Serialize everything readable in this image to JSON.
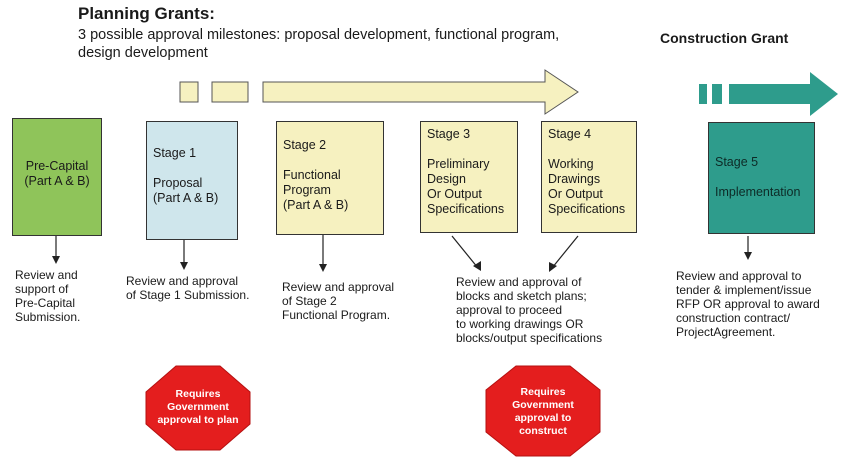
{
  "header": {
    "planning_title": "Planning Grants:",
    "planning_subtitle": "3 possible approval milestones: proposal development, functional program, design development",
    "construction_title": "Construction Grant"
  },
  "colors": {
    "precapital": "#8fc45a",
    "stage1": "#cfe6ec",
    "planning": "#f6f1c0",
    "stage5": "#2e9c8c",
    "arrow_green": "#2e9c8c",
    "stop_red": "#e41e1e"
  },
  "boxes": [
    {
      "id": "precapital",
      "lines": [
        "Pre-Capital",
        "(Part A & B)"
      ]
    },
    {
      "id": "stage1",
      "lines": [
        "Stage 1",
        "",
        "Proposal",
        "(Part A & B)"
      ]
    },
    {
      "id": "stage2",
      "lines": [
        "Stage 2",
        "",
        "Functional",
        "Program",
        "(Part A & B)"
      ]
    },
    {
      "id": "stage3",
      "lines": [
        "Stage 3",
        "",
        "Preliminary",
        "Design",
        "Or Output",
        "Specifications"
      ]
    },
    {
      "id": "stage4",
      "lines": [
        "Stage 4",
        "",
        "Working",
        "Drawings",
        "Or Output",
        "Specifications"
      ]
    },
    {
      "id": "stage5",
      "lines": [
        "Stage 5",
        "",
        "Implementation"
      ]
    }
  ],
  "captions": [
    {
      "id": "precapital",
      "lines": [
        "Review and",
        "support of",
        "Pre-Capital",
        "Submission."
      ]
    },
    {
      "id": "stage1",
      "lines": [
        "Review and approval",
        "of Stage 1 Submission."
      ]
    },
    {
      "id": "stage2",
      "lines": [
        "Review and approval",
        "of Stage 2",
        "Functional Program."
      ]
    },
    {
      "id": "stage34",
      "lines": [
        "Review and approval of",
        "blocks and sketch plans;",
        "approval to proceed",
        "to working drawings OR",
        "blocks/output specifications"
      ]
    },
    {
      "id": "stage5",
      "lines": [
        "Review and approval to",
        "tender & implement/issue",
        "RFP OR approval to award",
        "construction contract/",
        "ProjectAgreement."
      ]
    }
  ],
  "stop_signs": [
    {
      "id": "plan",
      "lines": [
        "Requires",
        "Government",
        "approval to plan"
      ]
    },
    {
      "id": "construct",
      "lines": [
        "Requires",
        "Government",
        "approval to",
        "construct"
      ]
    }
  ]
}
